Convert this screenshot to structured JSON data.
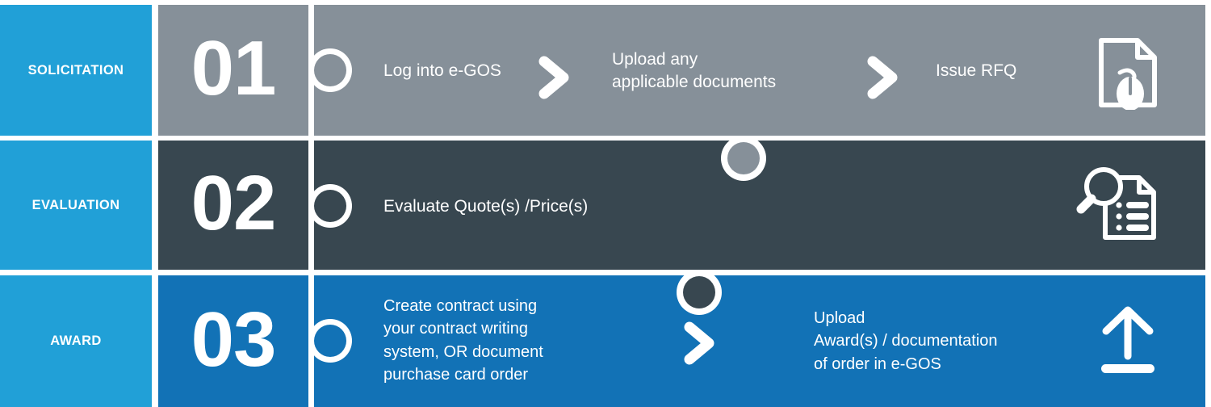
{
  "diagram": {
    "title": "e-GOS procurement process steps",
    "colors": {
      "label_blue": "#21a0d7",
      "row1_band": "#869099",
      "row2_band": "#384750",
      "row3_band": "#1272b6",
      "row3_label_blue": "#21a0d7",
      "white": "#ffffff"
    }
  },
  "rows": [
    {
      "label": "SOLICITATION",
      "number": "01",
      "steps": [
        {
          "text": "Log into e-GOS"
        },
        {
          "text": "Upload any\napplicable documents"
        },
        {
          "text": "Issue RFQ"
        }
      ],
      "separators": [
        "chevron-right-icon",
        "chevron-right-icon"
      ],
      "icon": "document-mouse-icon"
    },
    {
      "label": "EVALUATION",
      "number": "02",
      "steps": [
        {
          "text": "Evaluate Quote(s) /Price(s)"
        }
      ],
      "separators": [],
      "icon": "document-magnifier-icon"
    },
    {
      "label": "AWARD",
      "number": "03",
      "steps": [
        {
          "text": "Create contract using\nyour contract writing\nsystem, OR document\npurchase card order"
        },
        {
          "text": "Upload\nAward(s) / documentation\nof order in e-GOS"
        }
      ],
      "separators": [
        "chevron-right-icon"
      ],
      "icon": "upload-arrow-icon"
    }
  ]
}
